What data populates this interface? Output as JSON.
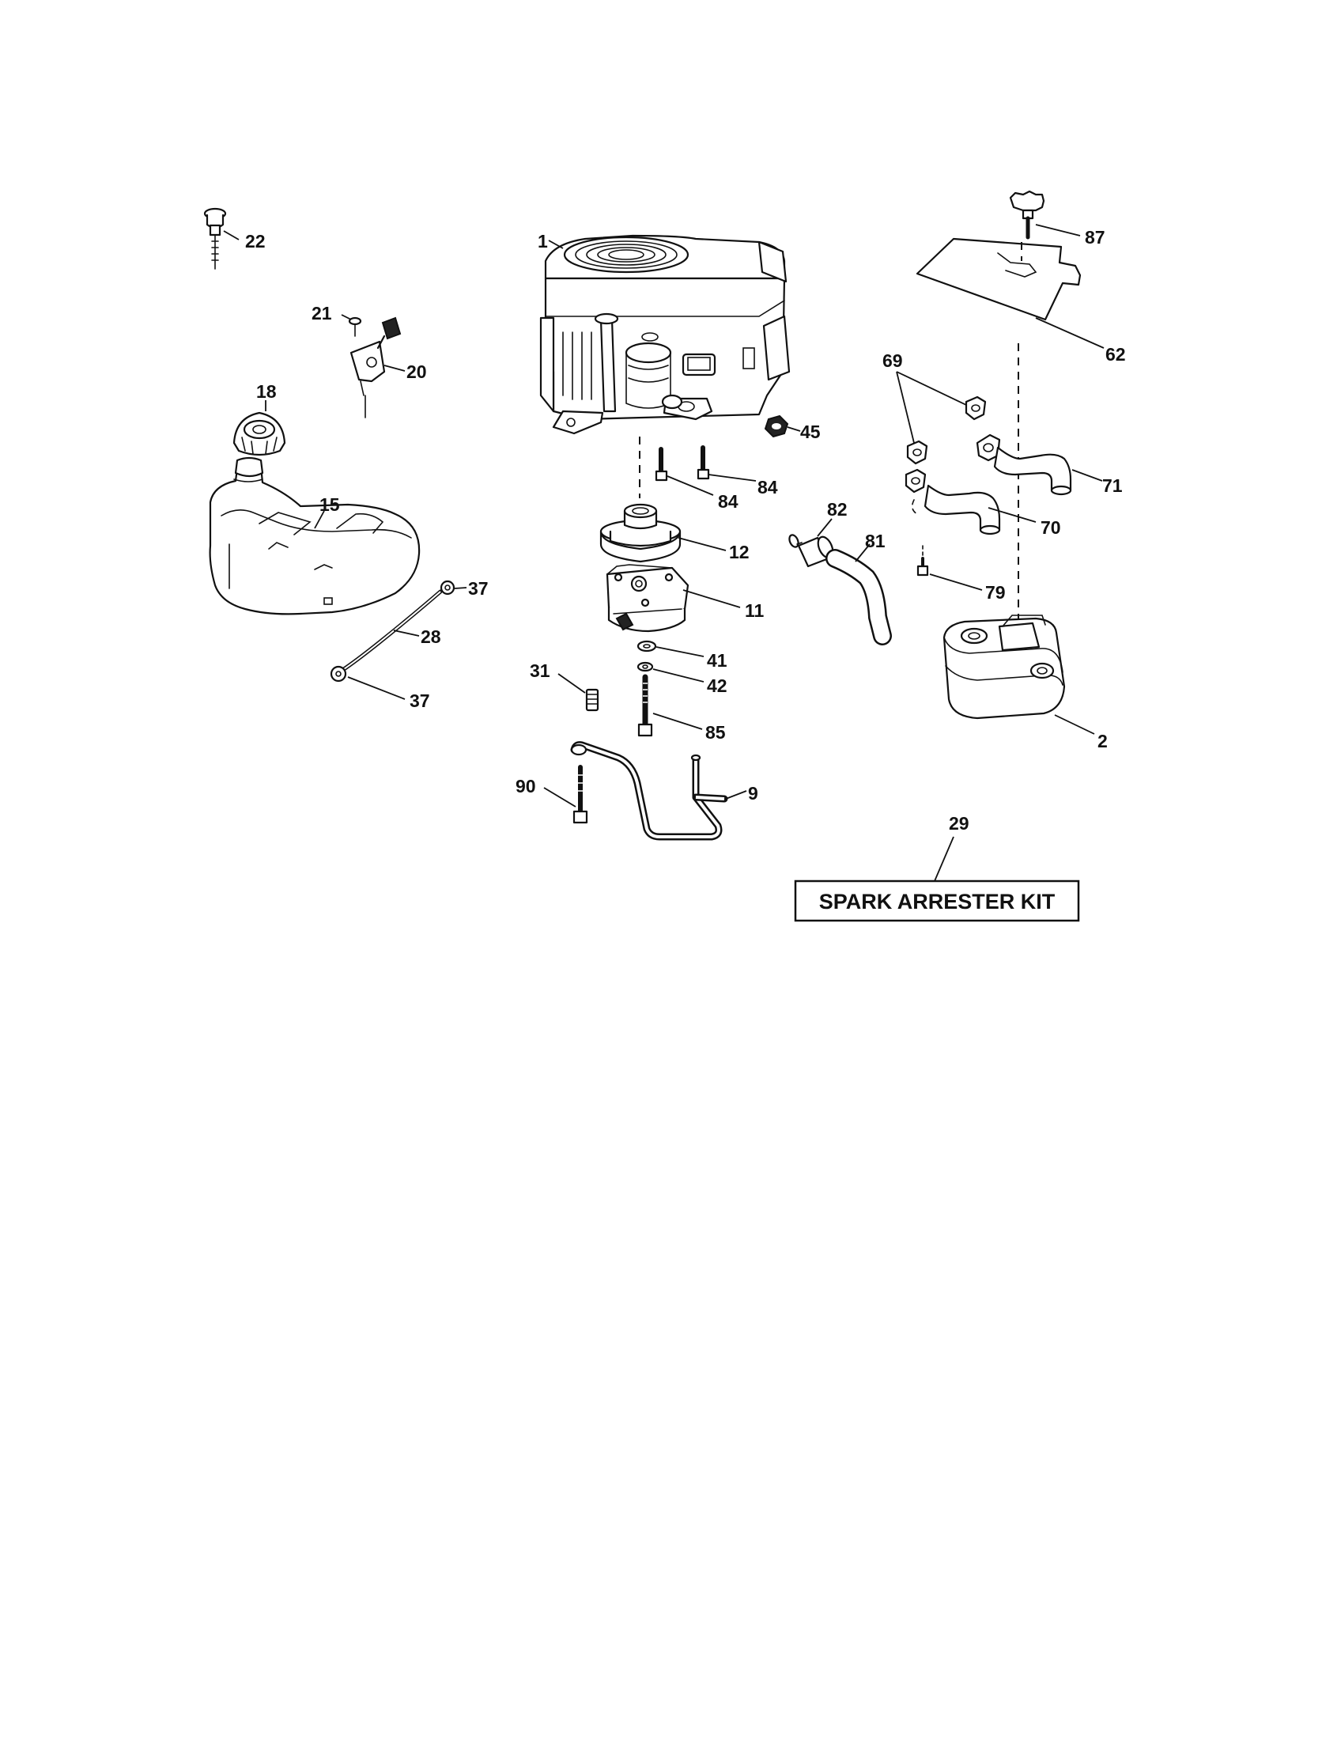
{
  "callouts": {
    "p1": "1",
    "p2": "2",
    "p9": "9",
    "p11": "11",
    "p12": "12",
    "p15": "15",
    "p18": "18",
    "p20": "20",
    "p21": "21",
    "p22": "22",
    "p28": "28",
    "p29": "29",
    "p31": "31",
    "p37a": "37",
    "p37b": "37",
    "p41": "41",
    "p42": "42",
    "p45": "45",
    "p62": "62",
    "p69": "69",
    "p70": "70",
    "p71": "71",
    "p79": "79",
    "p81": "81",
    "p82": "82",
    "p84a": "84",
    "p84b": "84",
    "p85": "85",
    "p87": "87",
    "p90": "90"
  },
  "kit_label": "SPARK ARRESTER KIT"
}
